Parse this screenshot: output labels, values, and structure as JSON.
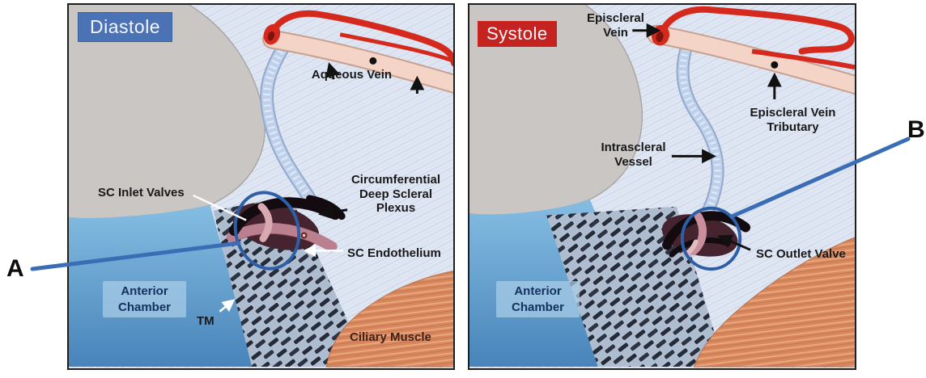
{
  "figure": {
    "annotations": {
      "a": "A",
      "b": "B"
    }
  },
  "diastole_panel": {
    "badge": "Diastole",
    "labels": {
      "aqueous_vein": "Aqueous Vein",
      "sc_inlet_valves": "SC Inlet Valves",
      "circumferential_deep_scleral_plexus": "Circumferential Deep Scleral Plexus",
      "sc_endothelium": "SC Endothelium",
      "anterior_chamber": "Anterior Chamber",
      "tm": "TM",
      "ciliary_muscle": "Ciliary Muscle"
    }
  },
  "systole_panel": {
    "badge": "Systole",
    "labels": {
      "episcleral_vein": "Episcleral Vein",
      "episcleral_vein_tributary": "Episcleral Vein Tributary",
      "intrascleral_vessel": "Intrascleral Vessel",
      "sc_outlet_valve": "SC Outlet Valve",
      "anterior_chamber": "Anterior Chamber"
    }
  },
  "colors": {
    "diastole_badge": "#4a72b4",
    "systole_badge": "#c5231f",
    "annotation_line": "#3a6db5",
    "annotation_circle": "#2d5fa7",
    "vessel_red": "#d5291d",
    "sclera": "#e0e7f3",
    "gray_tissue": "#c9c6c4",
    "anterior_chamber_top": "#85bde2",
    "anterior_chamber_bottom": "#4884ba",
    "ciliary_muscle": "#d8885e"
  }
}
